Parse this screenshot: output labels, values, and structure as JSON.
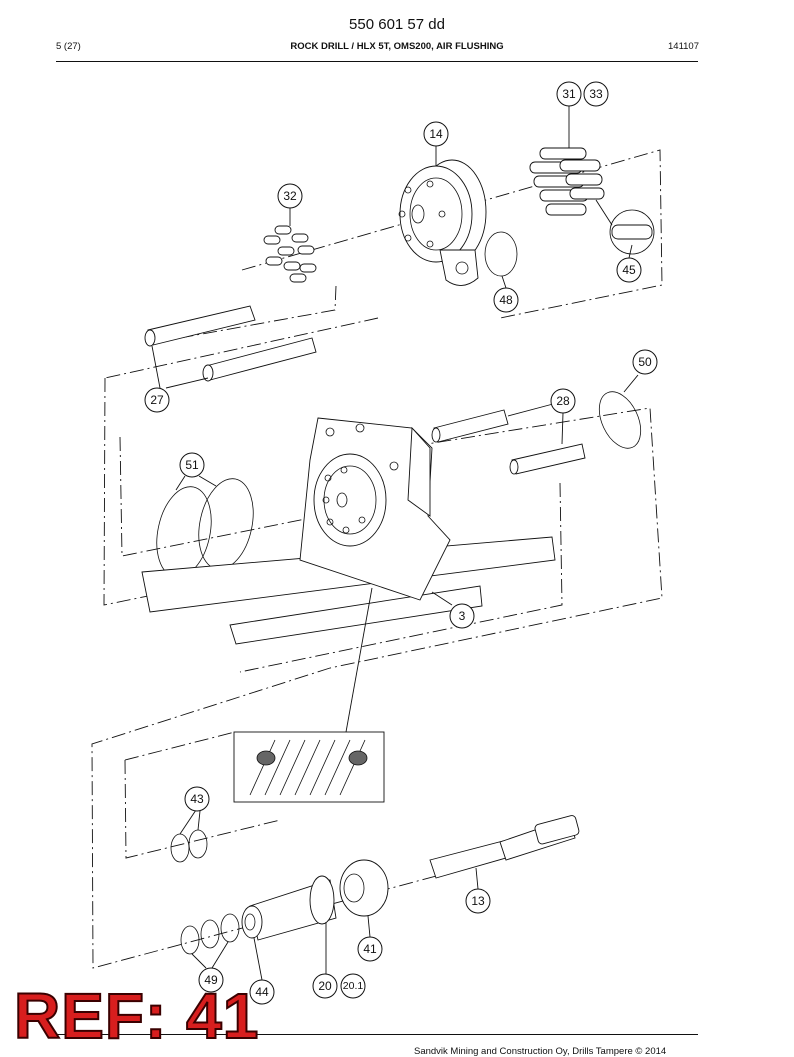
{
  "header": {
    "doc_id": "550 601 57 dd",
    "page": "5 (27)",
    "title": "ROCK DRILL / HLX 5T, OMS200, AIR FLUSHING",
    "date": "141107"
  },
  "callouts": {
    "c31": "31",
    "c33": "33",
    "c14": "14",
    "c32": "32",
    "c45": "45",
    "c48": "48",
    "c50": "50",
    "c27": "27",
    "c28": "28",
    "c51": "51",
    "c3": "3",
    "c43": "43",
    "c13": "13",
    "c41": "41",
    "c49": "49",
    "c44": "44",
    "c20": "20",
    "c20_1": "20.1"
  },
  "stamp": {
    "text": "REF: 41"
  },
  "footer": {
    "text": "Sandvik Mining and Construction Oy, Drills Tampere © 2014"
  }
}
